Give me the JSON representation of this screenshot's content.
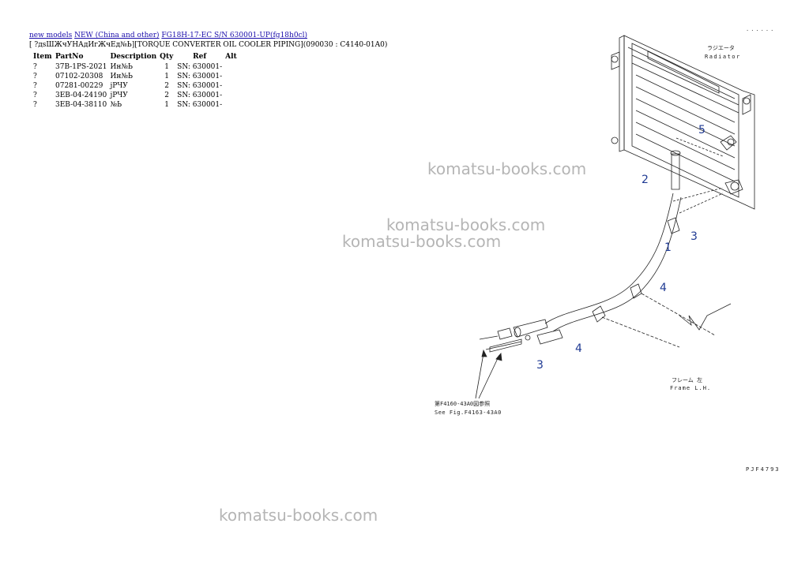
{
  "breadcrumb": {
    "link1": "new models",
    "link2": "NEW (China and other)",
    "link3": "FG18H-17-EC S/N 630001-UP(fg18h0cl)"
  },
  "subtitle": "[ ?дѕШЖчУНАдИгЖчЕд№Ь][TORQUE CONVERTER OIL COOLER PIPING](090030 : C4140-01A0)",
  "table": {
    "headers": [
      "Item",
      "PartNo",
      "Description",
      "Qty",
      "Ref",
      "Alt"
    ],
    "rows": [
      {
        "item": "?",
        "part": "37B-1PS-2021",
        "desc": "Ин№Ь",
        "qty": "1",
        "ref": "SN: 630001-",
        "alt": ""
      },
      {
        "item": "?",
        "part": "07102-20308",
        "desc": "Ин№Ь",
        "qty": "1",
        "ref": "SN: 630001-",
        "alt": ""
      },
      {
        "item": "?",
        "part": "07281-00229",
        "desc": "јРЧУ",
        "qty": "2",
        "ref": "SN: 630001-",
        "alt": ""
      },
      {
        "item": "?",
        "part": "3EB-04-24190",
        "desc": "јРЧУ",
        "qty": "2",
        "ref": "SN: 630001-",
        "alt": ""
      },
      {
        "item": "?",
        "part": "3EB-04-38110",
        "desc": "№Ь",
        "qty": "1",
        "ref": "SN: 630001-",
        "alt": ""
      }
    ]
  },
  "watermarks": [
    "komatsu-books.com",
    "komatsu-books.com",
    "komatsu-books.com",
    "komatsu-books.com"
  ],
  "diagram": {
    "radiator_jp": "ラジエータ",
    "radiator_en": "Radiator",
    "callouts": [
      "5",
      "2",
      "3",
      "1",
      "4",
      "4",
      "3"
    ],
    "frame_jp": "フレーム 左",
    "frame_en": "Frame L.H.",
    "ref_jp": "第F4160-43A0図参照",
    "ref_en": "See Fig.F4163-43A0",
    "fig_code": "PJF4793",
    "dots": "......"
  },
  "colors": {
    "link": "#1a0dab",
    "callout": "#1f3a93",
    "watermark": "#b5b5b5"
  }
}
